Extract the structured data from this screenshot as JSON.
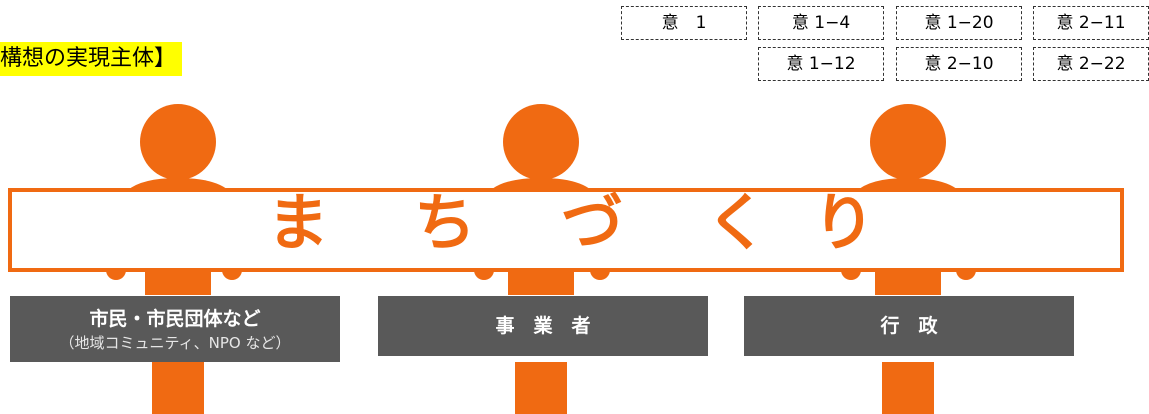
{
  "title": "構想の実現主体】",
  "references": {
    "row1": [
      "意　1",
      "意 1−4",
      "意 1−20",
      "意 2−11"
    ],
    "row2": [
      "意 1−12",
      "意 2−10",
      "意 2−22"
    ]
  },
  "banner": {
    "chars": [
      "ま",
      "ち",
      "づ",
      "く",
      "り"
    ]
  },
  "actors": [
    {
      "label": "市民・市民団体など",
      "sub": "（地域コミュニティ、NPO など）"
    },
    {
      "label": "事　業　者",
      "sub": ""
    },
    {
      "label": "行　政",
      "sub": ""
    }
  ],
  "colors": {
    "accent": "#f06a12",
    "label_bg": "#595959",
    "highlight": "#ffff00"
  }
}
